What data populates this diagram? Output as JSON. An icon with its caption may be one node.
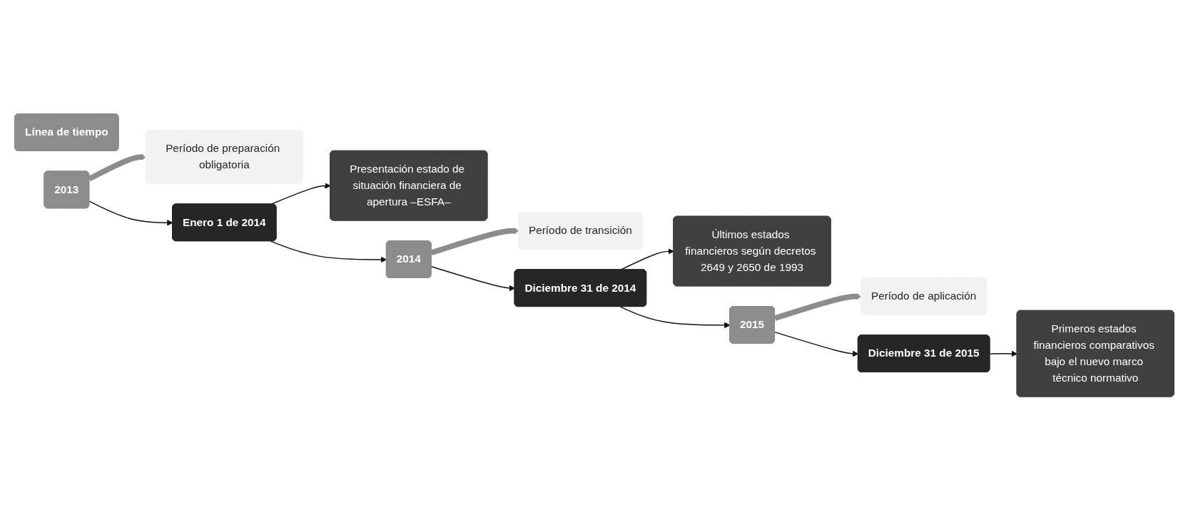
{
  "diagram": {
    "nodes": [
      {
        "text": [
          "Línea de tiempo"
        ]
      },
      {
        "text": [
          "2013"
        ]
      },
      {
        "text": [
          "Período de preparación obligatoria"
        ]
      },
      {
        "text": [
          "Enero 1 de 2014"
        ]
      },
      {
        "text": [
          "Presentación estado de situación financiera de apertura –ESFA–"
        ]
      },
      {
        "text": [
          "2014"
        ]
      },
      {
        "text": [
          "Período de transición"
        ]
      },
      {
        "text": [
          "Diciembre 31 de 2014"
        ]
      },
      {
        "text": [
          "Últimos estados financieros según decretos 2649 y 2650 de 1993"
        ]
      },
      {
        "text": [
          "2015"
        ]
      },
      {
        "text": [
          "Período de aplicación"
        ]
      },
      {
        "text": [
          "Diciembre 31 de 2015"
        ]
      },
      {
        "text": [
          "Primeros estados financieros comparativos bajo el nuevo marco técnico normativo"
        ]
      }
    ],
    "edges": [
      {
        "from": 1,
        "to": 3,
        "arrow": "to"
      },
      {
        "from": 3,
        "to": 5,
        "arrow": "to"
      },
      {
        "from": 5,
        "to": 7,
        "arrow": "to"
      },
      {
        "from": 7,
        "to": 9,
        "arrow": "to"
      },
      {
        "from": 9,
        "to": 11,
        "arrow": "to"
      },
      {
        "from": 1,
        "to": 2,
        "arrow": "to",
        "style": "thick",
        "color": "#8c8c8c"
      },
      {
        "from": 3,
        "to": 4,
        "arrow": "to"
      },
      {
        "from": 5,
        "to": 6,
        "arrow": "to",
        "style": "thick",
        "color": "#8c8c8c"
      },
      {
        "from": 7,
        "to": 8,
        "arrow": "to"
      },
      {
        "from": 9,
        "to": 10,
        "arrow": "to",
        "style": "thick",
        "color": "#8c8c8c"
      },
      {
        "from": 11,
        "to": 12,
        "arrow": "to"
      }
    ]
  }
}
